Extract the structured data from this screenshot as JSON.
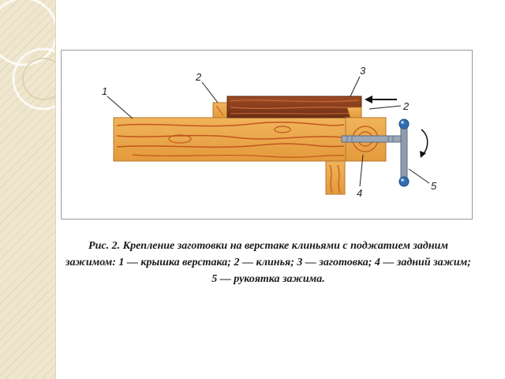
{
  "figure": {
    "labels": {
      "tabletop": "1",
      "wedge_left": "2",
      "workpiece": "3",
      "wedge_right": "2",
      "rear_clamp": "4",
      "handle": "5"
    },
    "caption": "Рис. 2. Крепление заготовки на верстаке клиньями с поджатием задним зажимом: 1 — крышка верстака; 2 — клинья; 3 — заготовка; 4 — задний зажим; 5 — рукоятка зажима."
  },
  "colors": {
    "wood_light": "#e8a246",
    "wood_grain": "#c2561f",
    "workpiece_dark": "#8a3f1e",
    "slide_background": "#efe6cf",
    "metal": "#7f8ea0",
    "handle_knob": "#2f6fb0"
  }
}
